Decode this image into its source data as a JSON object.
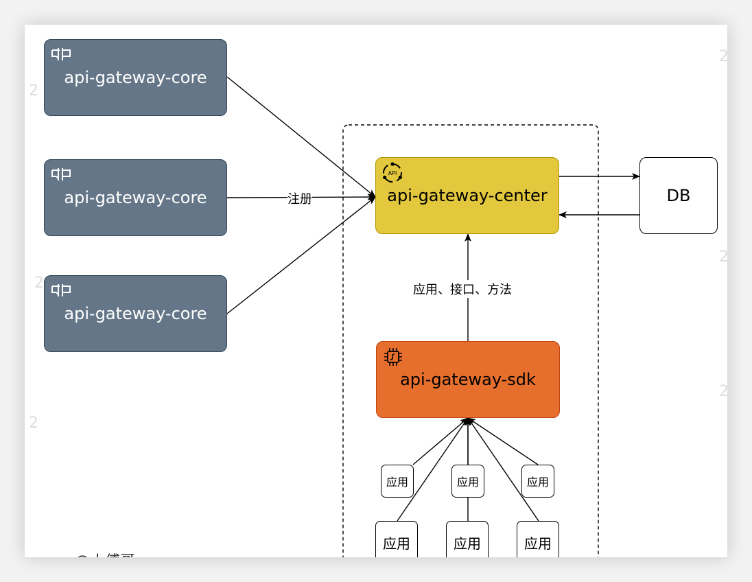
{
  "colors": {
    "core_fill": "#647687",
    "center_fill": "#e3c83d",
    "sdk_fill": "#e76f2d",
    "db_fill": "#ffffff"
  },
  "nodes": {
    "core_1": {
      "label": "api-gateway-core",
      "icon": "gateway-icon"
    },
    "core_2": {
      "label": "api-gateway-core",
      "icon": "gateway-icon"
    },
    "core_3": {
      "label": "api-gateway-core",
      "icon": "gateway-icon"
    },
    "center": {
      "label": "api-gateway-center",
      "icon": "api-icon"
    },
    "sdk": {
      "label": "api-gateway-sdk",
      "icon": "chip-icon"
    },
    "db": {
      "label": "DB"
    }
  },
  "apps": {
    "small": [
      "应用",
      "应用",
      "应用"
    ],
    "big": [
      "应用",
      "应用",
      "应用"
    ]
  },
  "edge_labels": {
    "register": "注册",
    "sdk_to_center": "应用、接口、方法"
  },
  "watermarks": [
    "2",
    "2",
    "2",
    "2",
    "2",
    "2"
  ],
  "footer_partial": "...@小傅哥"
}
